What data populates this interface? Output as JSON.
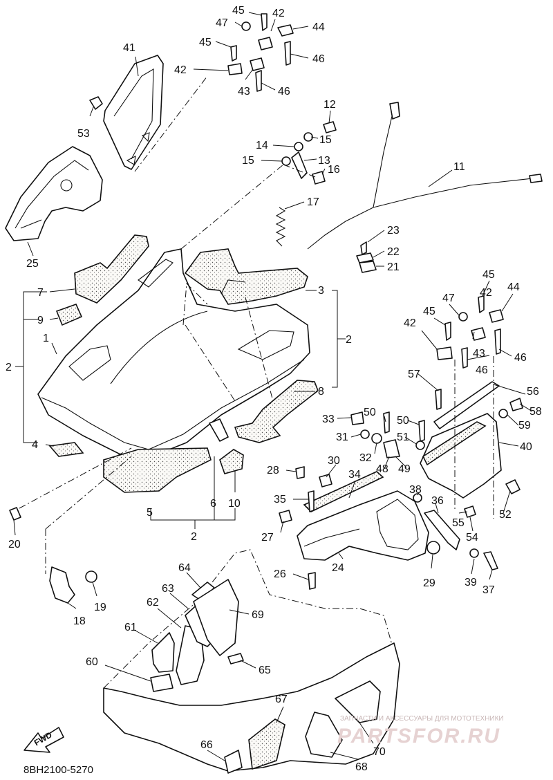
{
  "diagram_code": "8BH2100-5270",
  "fwd_label": "FWD",
  "watermark": {
    "tagline": "ЗАПЧАСТИ И АКСЕССУАРЫ ДЛЯ МОТОТЕХНИКИ",
    "brand": "PARTSFOR.RU"
  },
  "callouts": [
    {
      "id": "1",
      "text": "1"
    },
    {
      "id": "2a",
      "text": "2"
    },
    {
      "id": "2b",
      "text": "2"
    },
    {
      "id": "2c",
      "text": "2"
    },
    {
      "id": "3",
      "text": "3"
    },
    {
      "id": "4",
      "text": "4"
    },
    {
      "id": "5",
      "text": "5"
    },
    {
      "id": "6",
      "text": "6"
    },
    {
      "id": "7",
      "text": "7"
    },
    {
      "id": "8",
      "text": "8"
    },
    {
      "id": "9",
      "text": "9"
    },
    {
      "id": "10",
      "text": "10"
    },
    {
      "id": "11",
      "text": "11"
    },
    {
      "id": "12",
      "text": "12"
    },
    {
      "id": "13",
      "text": "13"
    },
    {
      "id": "14",
      "text": "14"
    },
    {
      "id": "15a",
      "text": "15"
    },
    {
      "id": "15b",
      "text": "15"
    },
    {
      "id": "16",
      "text": "16"
    },
    {
      "id": "17",
      "text": "17"
    },
    {
      "id": "18",
      "text": "18"
    },
    {
      "id": "19",
      "text": "19"
    },
    {
      "id": "20",
      "text": "20"
    },
    {
      "id": "21",
      "text": "21"
    },
    {
      "id": "22",
      "text": "22"
    },
    {
      "id": "23",
      "text": "23"
    },
    {
      "id": "24",
      "text": "24"
    },
    {
      "id": "25",
      "text": "25"
    },
    {
      "id": "26",
      "text": "26"
    },
    {
      "id": "27",
      "text": "27"
    },
    {
      "id": "28",
      "text": "28"
    },
    {
      "id": "29",
      "text": "29"
    },
    {
      "id": "30",
      "text": "30"
    },
    {
      "id": "31",
      "text": "31"
    },
    {
      "id": "32",
      "text": "32"
    },
    {
      "id": "33",
      "text": "33"
    },
    {
      "id": "34",
      "text": "34"
    },
    {
      "id": "35",
      "text": "35"
    },
    {
      "id": "36",
      "text": "36"
    },
    {
      "id": "37",
      "text": "37"
    },
    {
      "id": "38",
      "text": "38"
    },
    {
      "id": "39",
      "text": "39"
    },
    {
      "id": "40",
      "text": "40"
    },
    {
      "id": "41",
      "text": "41"
    },
    {
      "id": "42a",
      "text": "42"
    },
    {
      "id": "42b",
      "text": "42"
    },
    {
      "id": "42c",
      "text": "42"
    },
    {
      "id": "42d",
      "text": "42"
    },
    {
      "id": "43a",
      "text": "43"
    },
    {
      "id": "43b",
      "text": "43"
    },
    {
      "id": "44a",
      "text": "44"
    },
    {
      "id": "44b",
      "text": "44"
    },
    {
      "id": "45a",
      "text": "45"
    },
    {
      "id": "45b",
      "text": "45"
    },
    {
      "id": "45c",
      "text": "45"
    },
    {
      "id": "45d",
      "text": "45"
    },
    {
      "id": "46a",
      "text": "46"
    },
    {
      "id": "46b",
      "text": "46"
    },
    {
      "id": "46c",
      "text": "46"
    },
    {
      "id": "46d",
      "text": "46"
    },
    {
      "id": "47a",
      "text": "47"
    },
    {
      "id": "47b",
      "text": "47"
    },
    {
      "id": "48",
      "text": "48"
    },
    {
      "id": "49",
      "text": "49"
    },
    {
      "id": "50a",
      "text": "50"
    },
    {
      "id": "50b",
      "text": "50"
    },
    {
      "id": "51",
      "text": "51"
    },
    {
      "id": "52",
      "text": "52"
    },
    {
      "id": "53",
      "text": "53"
    },
    {
      "id": "54",
      "text": "54"
    },
    {
      "id": "55",
      "text": "55"
    },
    {
      "id": "56",
      "text": "56"
    },
    {
      "id": "57",
      "text": "57"
    },
    {
      "id": "58",
      "text": "58"
    },
    {
      "id": "59",
      "text": "59"
    },
    {
      "id": "60",
      "text": "60"
    },
    {
      "id": "61",
      "text": "61"
    },
    {
      "id": "62",
      "text": "62"
    },
    {
      "id": "63",
      "text": "63"
    },
    {
      "id": "64",
      "text": "64"
    },
    {
      "id": "65",
      "text": "65"
    },
    {
      "id": "66",
      "text": "66"
    },
    {
      "id": "67",
      "text": "67"
    },
    {
      "id": "68",
      "text": "68"
    },
    {
      "id": "69",
      "text": "69"
    },
    {
      "id": "70",
      "text": "70"
    }
  ]
}
